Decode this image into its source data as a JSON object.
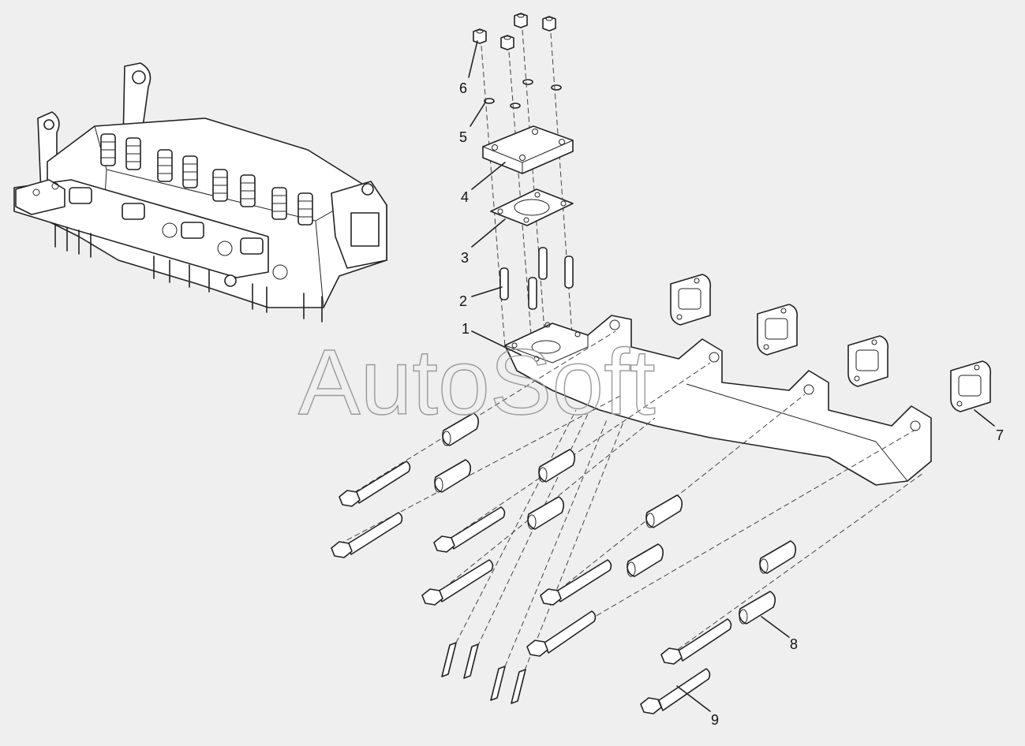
{
  "watermark": "AutoSoft",
  "callouts": [
    {
      "id": "1",
      "text": "1"
    },
    {
      "id": "2",
      "text": "2"
    },
    {
      "id": "3",
      "text": "3"
    },
    {
      "id": "4",
      "text": "4"
    },
    {
      "id": "5",
      "text": "5"
    },
    {
      "id": "6",
      "text": "6"
    },
    {
      "id": "7",
      "text": "7"
    },
    {
      "id": "8",
      "text": "8"
    },
    {
      "id": "9",
      "text": "9"
    }
  ],
  "icons": {
    "head_assembly": "cylinder-head-icon",
    "manifold": "exhaust-manifold-icon"
  },
  "colors": {
    "background": "#efefef",
    "line": "#222222",
    "watermark": "#9a9a9a"
  }
}
